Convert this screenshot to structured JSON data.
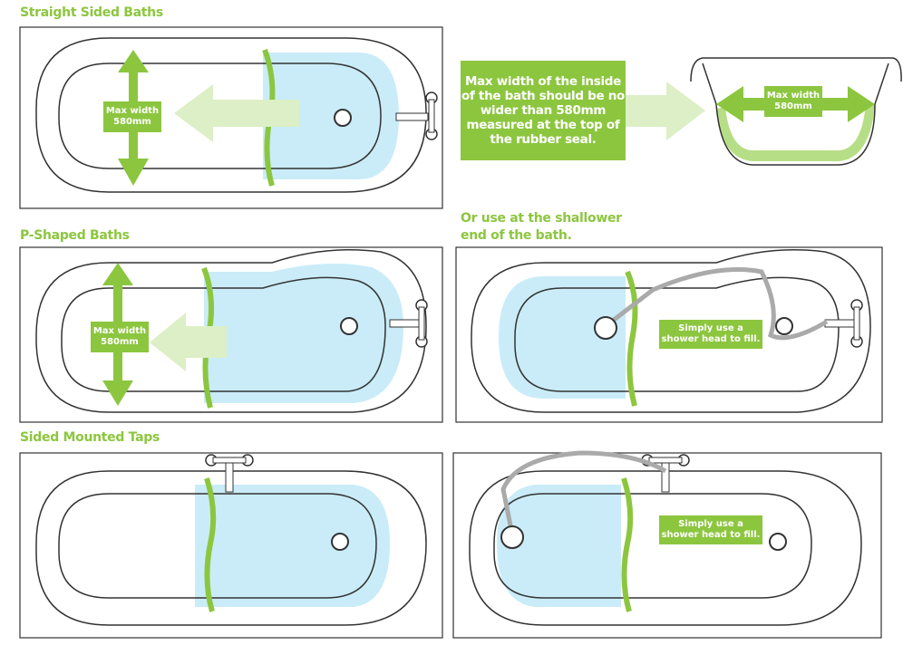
{
  "headings": {
    "straight": "Straight Sided Baths",
    "pshaped": "P-Shaped Baths",
    "side_taps": "Sided Mounted Taps",
    "shallow": "Or use at the shallower",
    "shallow2": "end of the bath."
  },
  "info_box": "Max width of the inside of the bath should be no wider than 580mm measured at the top of the rubber seal.",
  "max_width_label": "Max width",
  "max_width_value": "580mm",
  "shower_tip": "Simply use a shower head to fill.",
  "colors": {
    "green": "#8cc63f",
    "light_green": "#dcefc6",
    "water": "#c9ecf8",
    "outline": "#333333"
  }
}
